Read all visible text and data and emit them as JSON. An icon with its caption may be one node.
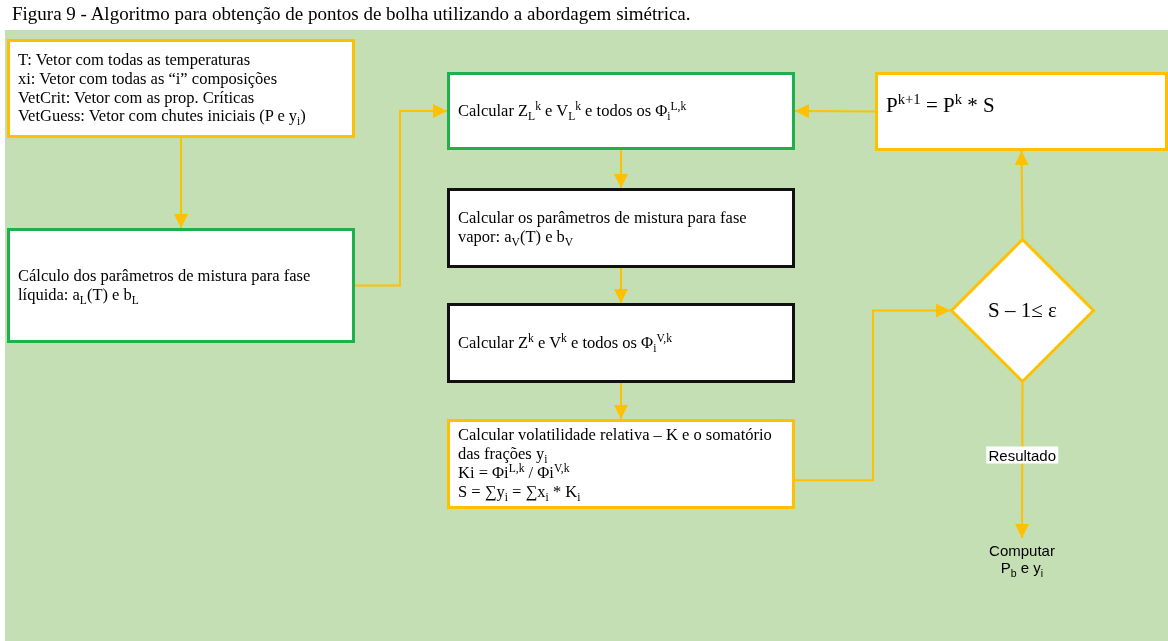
{
  "diagram": {
    "title": "Figura 9 - Algoritmo para obtenção de pontos de bolha utilizando a abordagem simétrica.",
    "nodes": [
      {
        "text": [
          "T: Vetor com todas as temperaturas",
          "xi: Vetor com todas as “i” composições",
          "VetCrit: Vetor com as prop. Críticas",
          "VetGuess: Vetor com chutes iniciais (P e y$_{i}$)"
        ]
      },
      {
        "text": [
          "Cálculo dos parâmetros de mistura para fase líquida: a$_{L}$(T) e b$_{L}$"
        ]
      },
      {
        "text": [
          "Calcular Z$_{L}$$^{k}$ e V$_{L}$$^{k}$ e todos os Φ$_{i}$$^{L,k}$"
        ]
      },
      {
        "text": [
          "Calcular os parâmetros de mistura para fase vapor: a$_{V}$(T) e b$_{V}$"
        ]
      },
      {
        "text": [
          "Calcular Z$^{k}$ e V$^{k}$ e todos os Φ$_{i}$$^{V,k}$"
        ]
      },
      {
        "text": [
          "Calcular volatilidade relativa – K e o somatório das frações y$_{i}$",
          "Ki = Φi$^{L,k}$ / Φi$^{V,k}$",
          "S = ∑y$_{i}$ = ∑x$_{i}$ * K$_{i}$"
        ]
      },
      {
        "text": [
          "P$^{k+1}$ = P$^{k}$ * S"
        ]
      },
      {
        "text": [
          "S – 1≤ ε"
        ]
      },
      {
        "text": [
          "Computar P$_{b}$ e y$_{i}$"
        ]
      }
    ],
    "edges": [
      {
        "from": 0,
        "to": 1,
        "arrow": "to"
      },
      {
        "from": 1,
        "to": 2,
        "arrow": "to"
      },
      {
        "from": 2,
        "to": 3,
        "arrow": "to"
      },
      {
        "from": 3,
        "to": 4,
        "arrow": "to"
      },
      {
        "from": 4,
        "to": 5,
        "arrow": "to"
      },
      {
        "from": 5,
        "to": 7,
        "arrow": "to"
      },
      {
        "from": 7,
        "to": 6,
        "arrow": "to"
      },
      {
        "from": 6,
        "to": 2,
        "arrow": "to"
      },
      {
        "from": 7,
        "to": 8,
        "arrow": "to",
        "label": "Resultado"
      }
    ]
  }
}
